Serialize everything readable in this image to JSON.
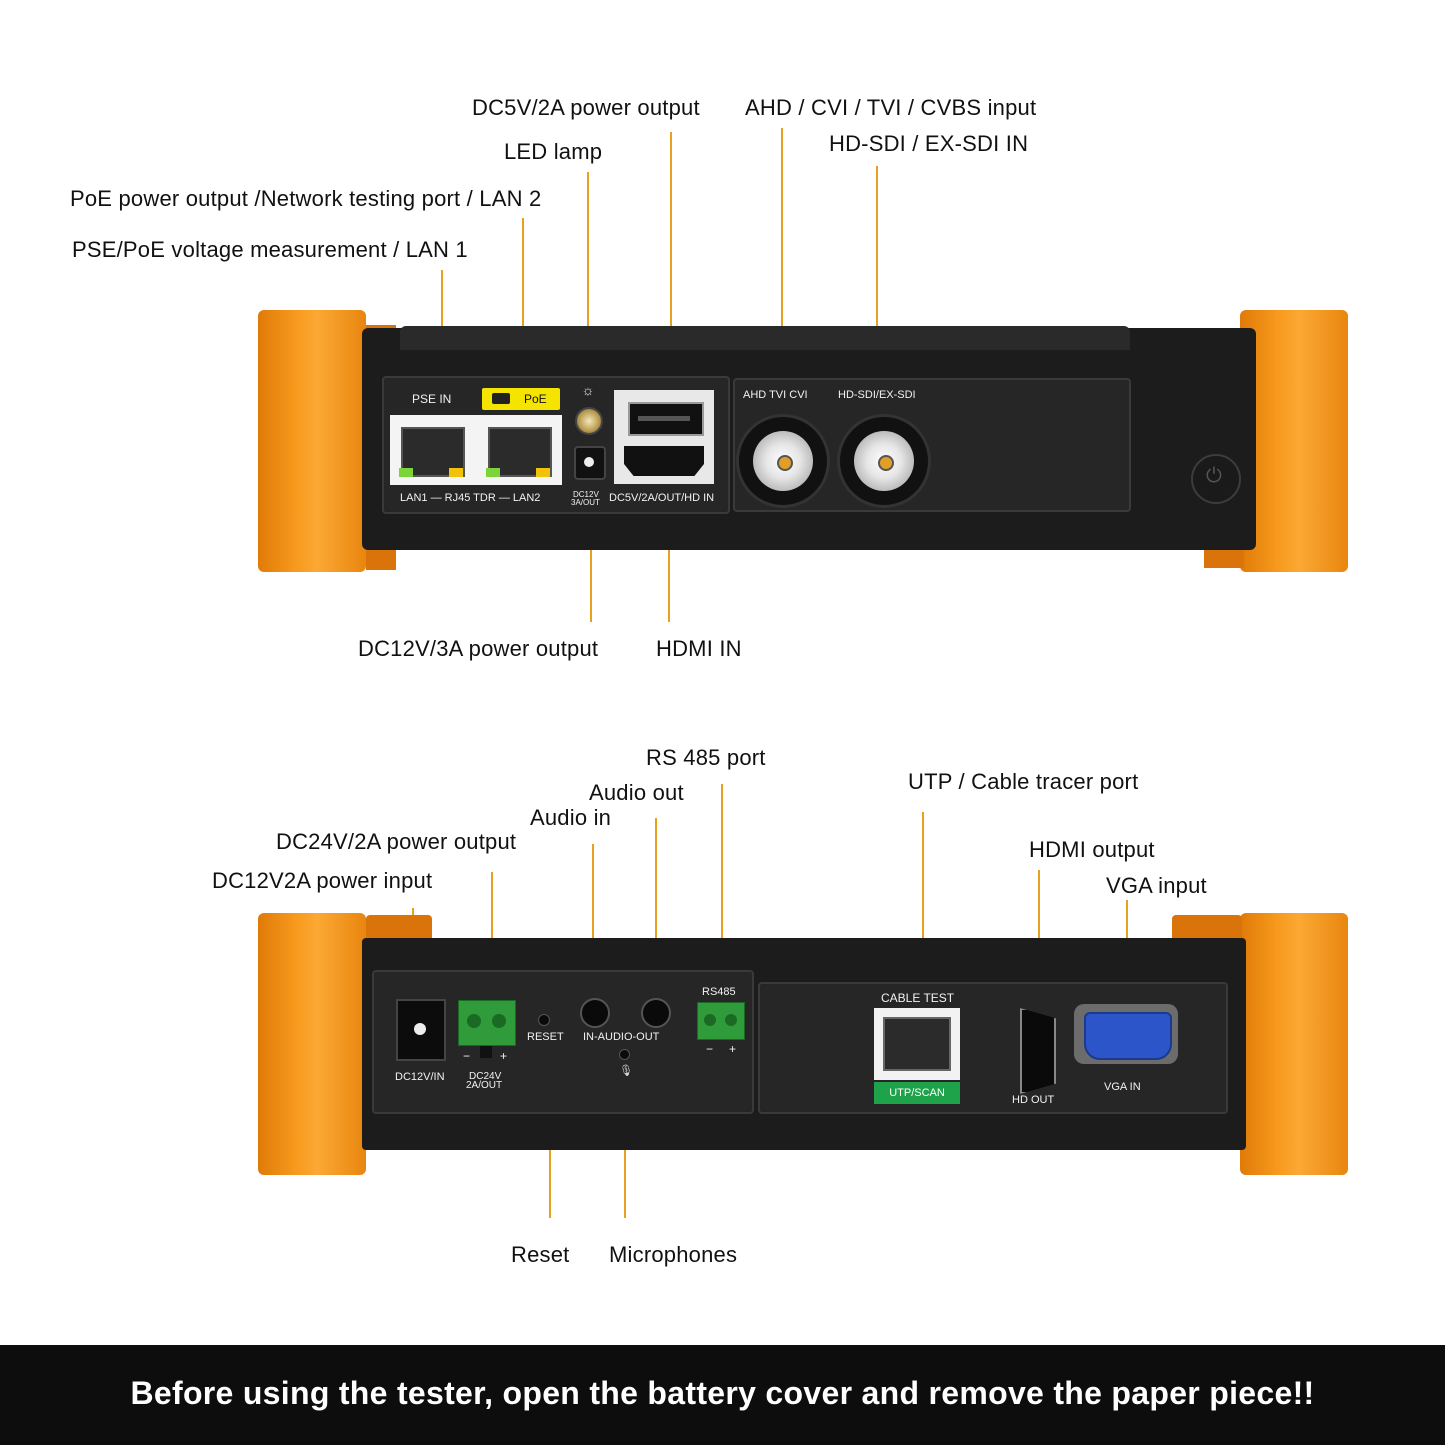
{
  "callouts_top": {
    "dc5v_power_output": "DC5V/2A power output",
    "led_lamp": "LED lamp",
    "poe_output": "PoE power output /Network testing port / LAN 2",
    "pse_measurement": "PSE/PoE voltage measurement / LAN 1",
    "ahd_input": "AHD / CVI / TVI / CVBS input",
    "sdi_input": "HD-SDI / EX-SDI IN",
    "dc12v_output": "DC12V/3A power output",
    "hdmi_in": "HDMI IN"
  },
  "callouts_bottom": {
    "rs485_port": "RS 485 port",
    "audio_out": "Audio out",
    "audio_in": "Audio in",
    "dc24v_output": "DC24V/2A power output",
    "dc12v_input": "DC12V2A power input",
    "utp_port": "UTP / Cable tracer port",
    "hdmi_output": "HDMI output",
    "vga_input": "VGA input",
    "reset": "Reset",
    "microphones": "Microphones"
  },
  "panel_top": {
    "pse_in": "PSE IN",
    "poe_badge": "PoE",
    "lan_caption": "LAN1 — RJ45 TDR — LAN2",
    "dc12v_label_line1": "DC12V",
    "dc12v_label_line2": "3A/OUT",
    "dc5v_hdmi_label": "DC5V/2A/OUT/HD IN",
    "ahd_label": "AHD TVI CVI",
    "sdi_label": "HD-SDI/EX-SDI"
  },
  "panel_bottom": {
    "dc12v_in": "DC12V/IN",
    "dc24v_line1": "DC24V",
    "dc24v_line2": "2A/OUT",
    "minus": "−",
    "plus": "+",
    "reset": "RESET",
    "audio": "IN-AUDIO-OUT",
    "rs485": "RS485",
    "cable_test": "CABLE TEST",
    "utp_scan": "UTP/SCAN",
    "hd_out": "HD OUT",
    "vga_in": "VGA IN"
  },
  "banner": "Before using the tester, open the battery cover and remove the paper piece!!",
  "colors": {
    "bumper": "#f79a1d",
    "leader": "#e8a020",
    "poe_badge": "#f5e400",
    "utp_green": "#1fa34a",
    "vga_blue": "#2b55c8"
  }
}
